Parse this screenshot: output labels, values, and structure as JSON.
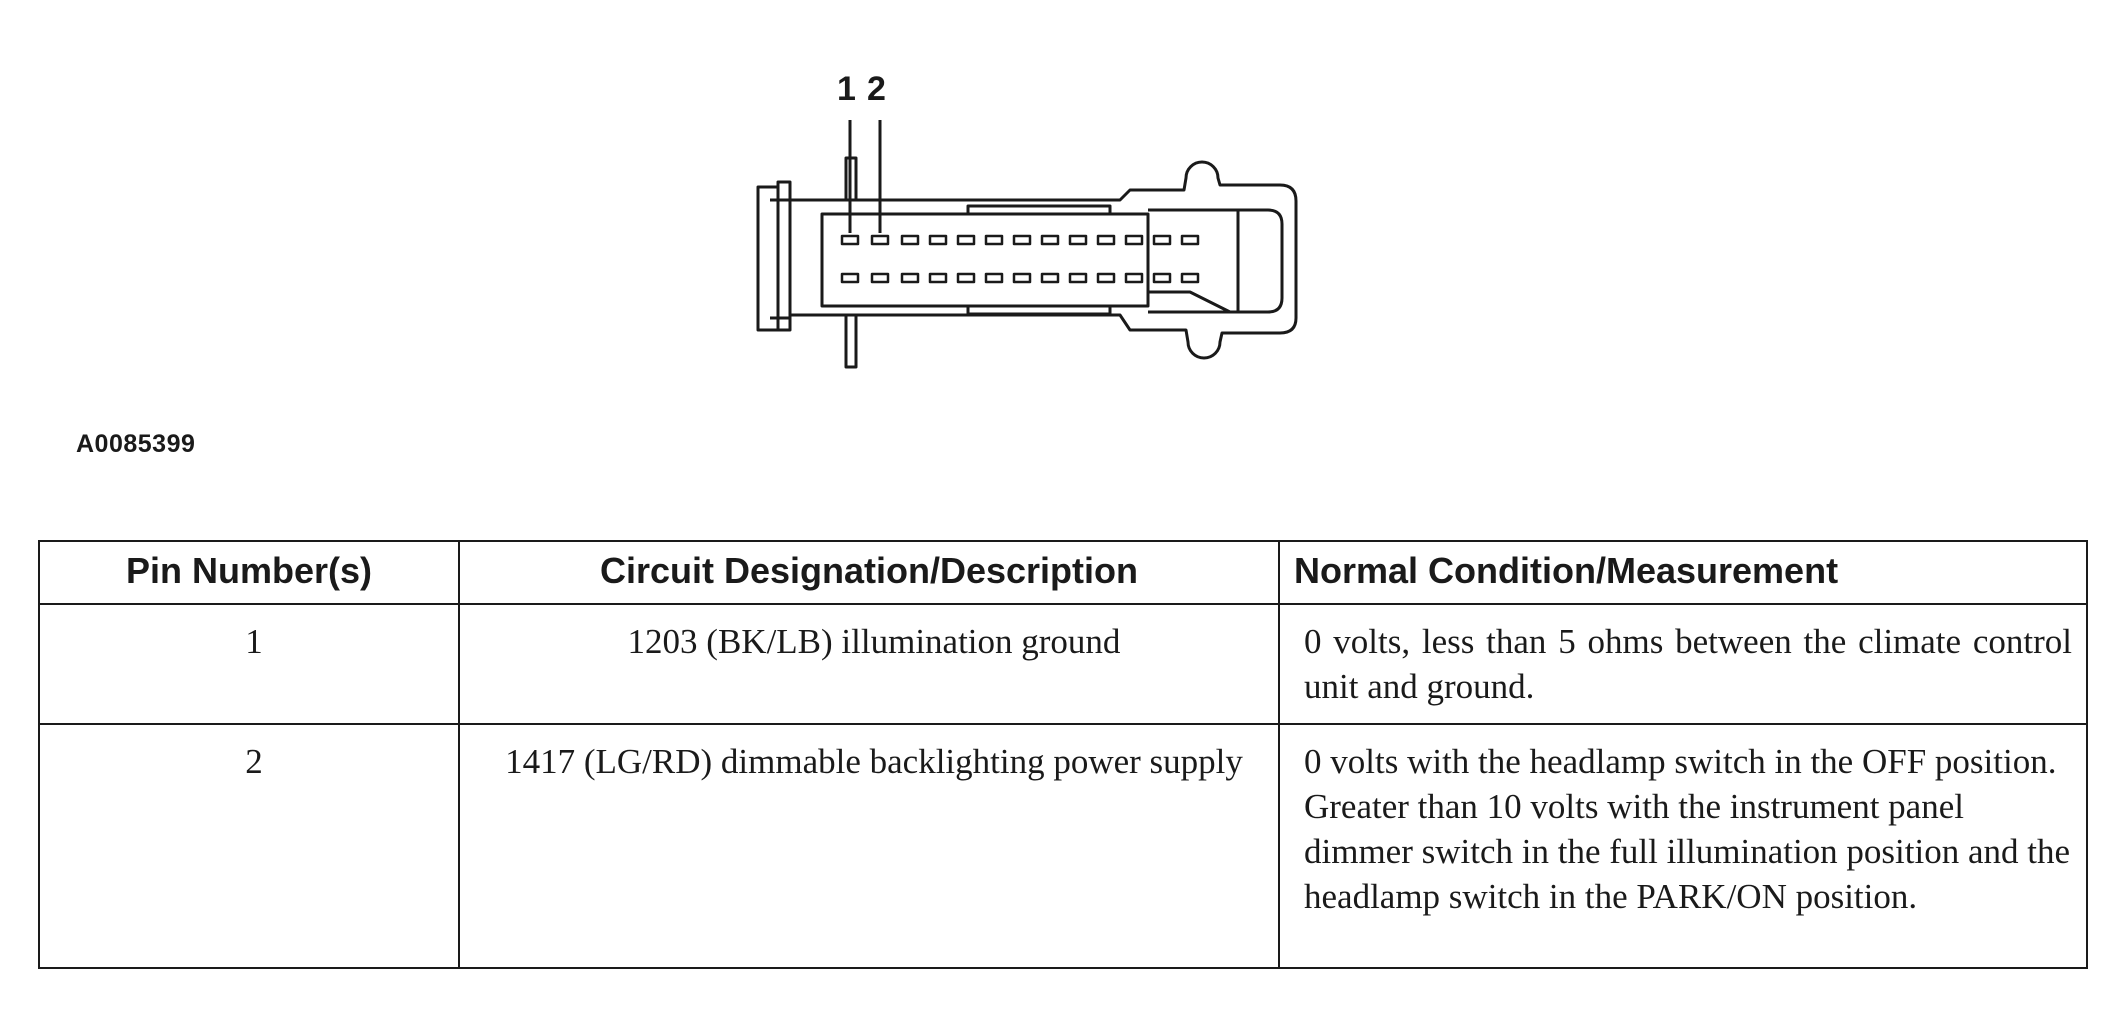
{
  "diagram": {
    "pin_labels": [
      "1",
      "2"
    ],
    "figure_id": "A0085399"
  },
  "table": {
    "headers": [
      "Pin Number(s)",
      "Circuit Designation/Description",
      "Normal Condition/Measurement"
    ],
    "rows": [
      {
        "pin": "1",
        "circuit": "1203 (BK/LB) illumination ground",
        "condition": "0 volts, less than 5 ohms between the climate control unit and ground."
      },
      {
        "pin": "2",
        "circuit": "1417 (LG/RD) dimmable backlighting power supply",
        "condition": "0 volts with the headlamp switch in the OFF position. Greater than 10 volts with the instrument panel dimmer switch in the full illumination position and the headlamp switch in the PARK/ON position."
      }
    ]
  }
}
